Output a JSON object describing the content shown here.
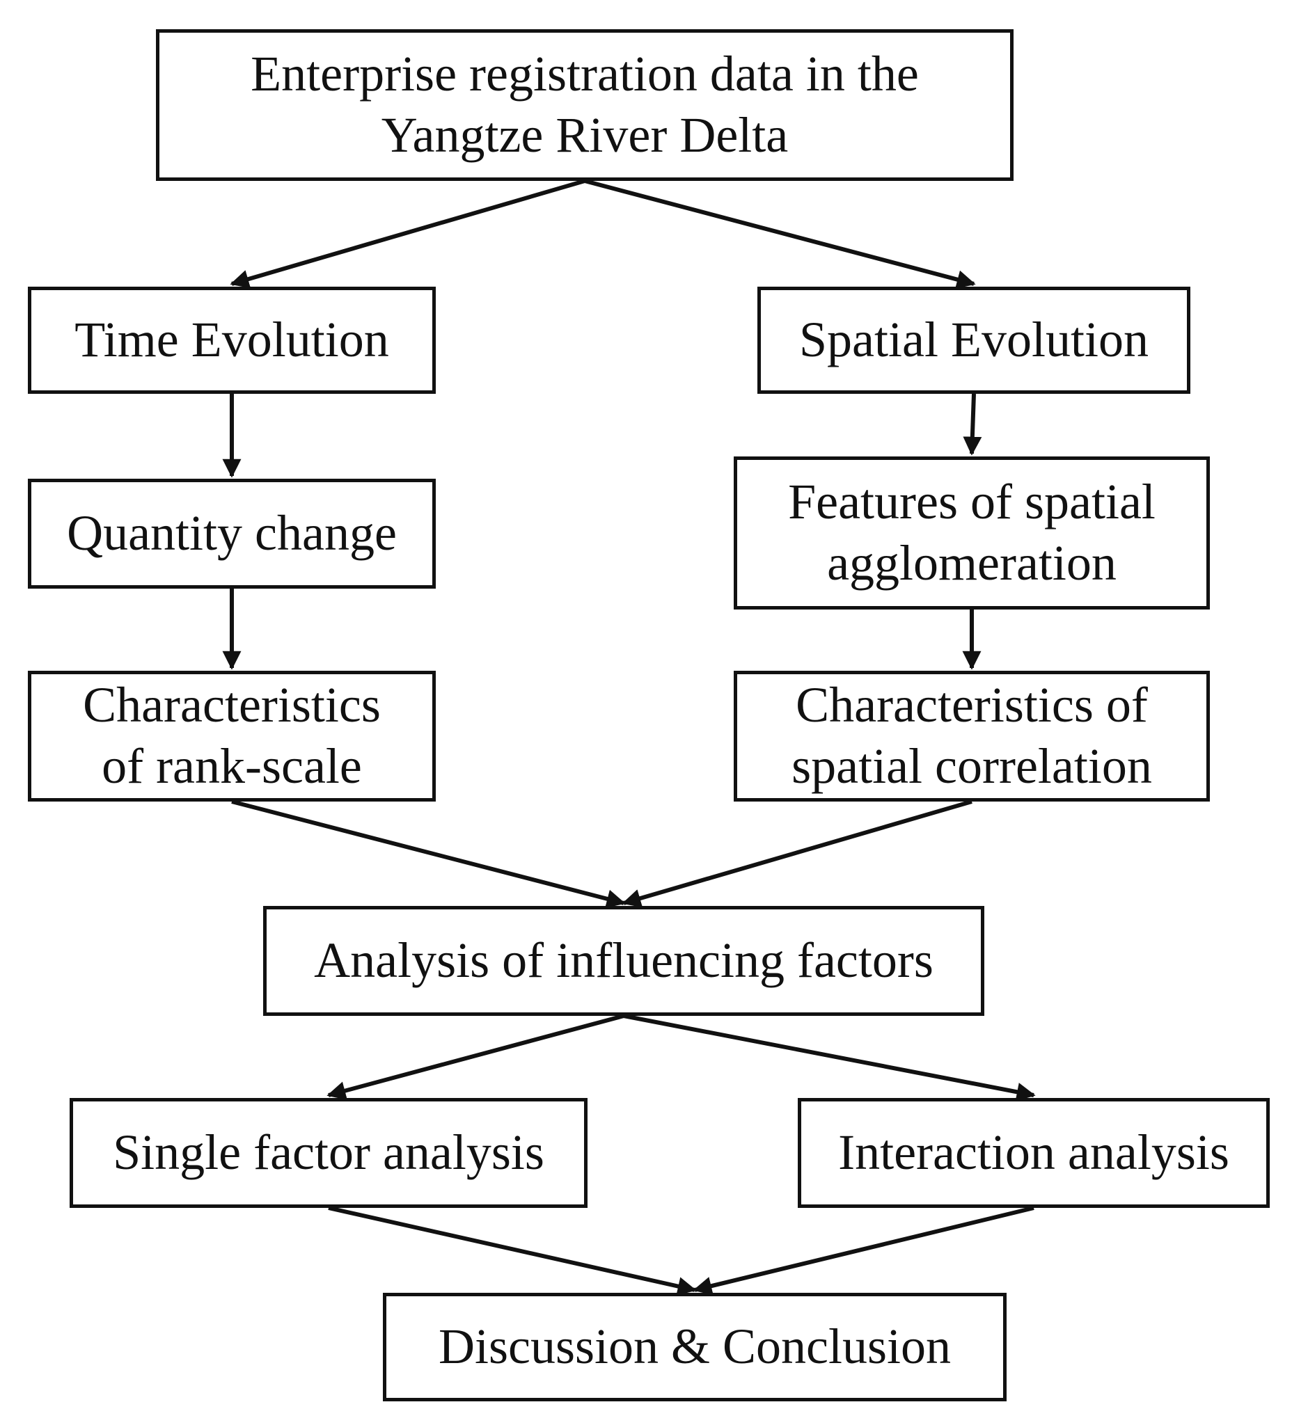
{
  "diagram": {
    "nodes": {
      "source_data": "Enterprise registration data in the\nYangtze River Delta",
      "time_evolution": "Time Evolution",
      "spatial_evolution": "Spatial Evolution",
      "quantity_change": "Quantity change",
      "spatial_agglomeration": "Features of spatial\nagglomeration",
      "rank_scale": "Characteristics\nof rank-scale",
      "spatial_correlation": "Characteristics of\nspatial correlation",
      "influencing_factors": "Analysis of influencing factors",
      "single_factor": "Single factor analysis",
      "interaction": "Interaction analysis",
      "conclusion": "Discussion & Conclusion"
    },
    "edges": [
      {
        "from": "source_data",
        "to": "time_evolution"
      },
      {
        "from": "source_data",
        "to": "spatial_evolution"
      },
      {
        "from": "time_evolution",
        "to": "quantity_change"
      },
      {
        "from": "quantity_change",
        "to": "rank_scale"
      },
      {
        "from": "spatial_evolution",
        "to": "spatial_agglomeration"
      },
      {
        "from": "spatial_agglomeration",
        "to": "spatial_correlation"
      },
      {
        "from": "rank_scale",
        "to": "influencing_factors"
      },
      {
        "from": "spatial_correlation",
        "to": "influencing_factors"
      },
      {
        "from": "influencing_factors",
        "to": "single_factor"
      },
      {
        "from": "influencing_factors",
        "to": "interaction"
      },
      {
        "from": "single_factor",
        "to": "conclusion"
      },
      {
        "from": "interaction",
        "to": "conclusion"
      }
    ],
    "colors": {
      "stroke": "#111111",
      "background": "#ffffff"
    }
  }
}
